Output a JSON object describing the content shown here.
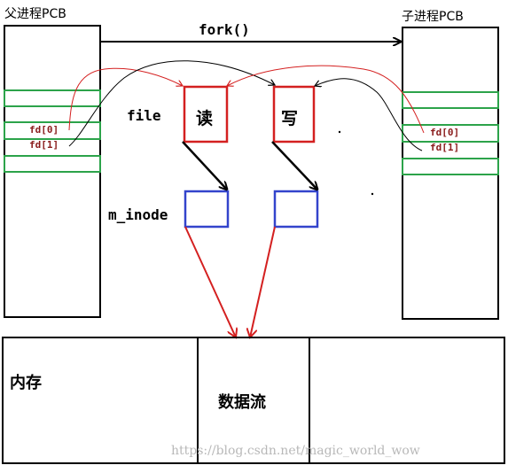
{
  "parent": {
    "title": "父进程PCB",
    "fd0": "fd[0]",
    "fd1": "fd[1]"
  },
  "child": {
    "title": "子进程PCB",
    "fd0": "fd[0]",
    "fd1": "fd[1]"
  },
  "fork_label": "fork()",
  "file_label": "file",
  "read_label": "读",
  "write_label": "写",
  "inode_label": "m_inode",
  "memory_label": "内存",
  "stream_label": "数据流",
  "watermark": "https://blog.csdn.net/magic_world_wow",
  "colors": {
    "red": "#d42020",
    "green": "#2ca34a",
    "blue": "#3344cc",
    "dark_red": "#8a1c1c",
    "black": "#000000"
  }
}
